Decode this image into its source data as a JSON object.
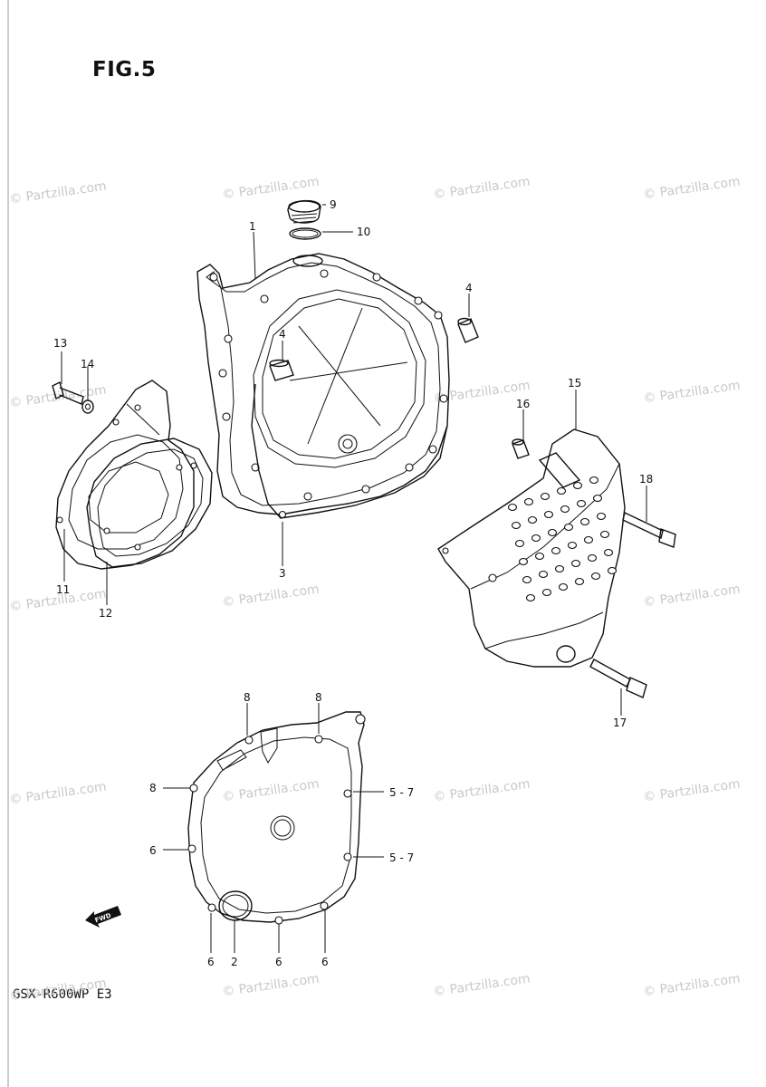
{
  "title": "FIG.5",
  "model_code": "GSX-R600WP  E3",
  "watermark": "© Partzilla.com",
  "fwd_marker": "FWD",
  "callouts": [
    {
      "id": "c1",
      "text": "1"
    },
    {
      "id": "c2",
      "text": "2"
    },
    {
      "id": "c3",
      "text": "3"
    },
    {
      "id": "c4a",
      "text": "4"
    },
    {
      "id": "c4b",
      "text": "4"
    },
    {
      "id": "c5a",
      "text": "5 - 7"
    },
    {
      "id": "c5b",
      "text": "5 - 7"
    },
    {
      "id": "c6a",
      "text": "6"
    },
    {
      "id": "c6b",
      "text": "6"
    },
    {
      "id": "c6c",
      "text": "6"
    },
    {
      "id": "c6d",
      "text": "6"
    },
    {
      "id": "c8a",
      "text": "8"
    },
    {
      "id": "c8b",
      "text": "8"
    },
    {
      "id": "c8c",
      "text": "8"
    },
    {
      "id": "c9",
      "text": "9"
    },
    {
      "id": "c10",
      "text": "10"
    },
    {
      "id": "c11",
      "text": "11"
    },
    {
      "id": "c12",
      "text": "12"
    },
    {
      "id": "c13",
      "text": "13"
    },
    {
      "id": "c14",
      "text": "14"
    },
    {
      "id": "c15",
      "text": "15"
    },
    {
      "id": "c16",
      "text": "16"
    },
    {
      "id": "c17",
      "text": "17"
    },
    {
      "id": "c18",
      "text": "18"
    }
  ]
}
